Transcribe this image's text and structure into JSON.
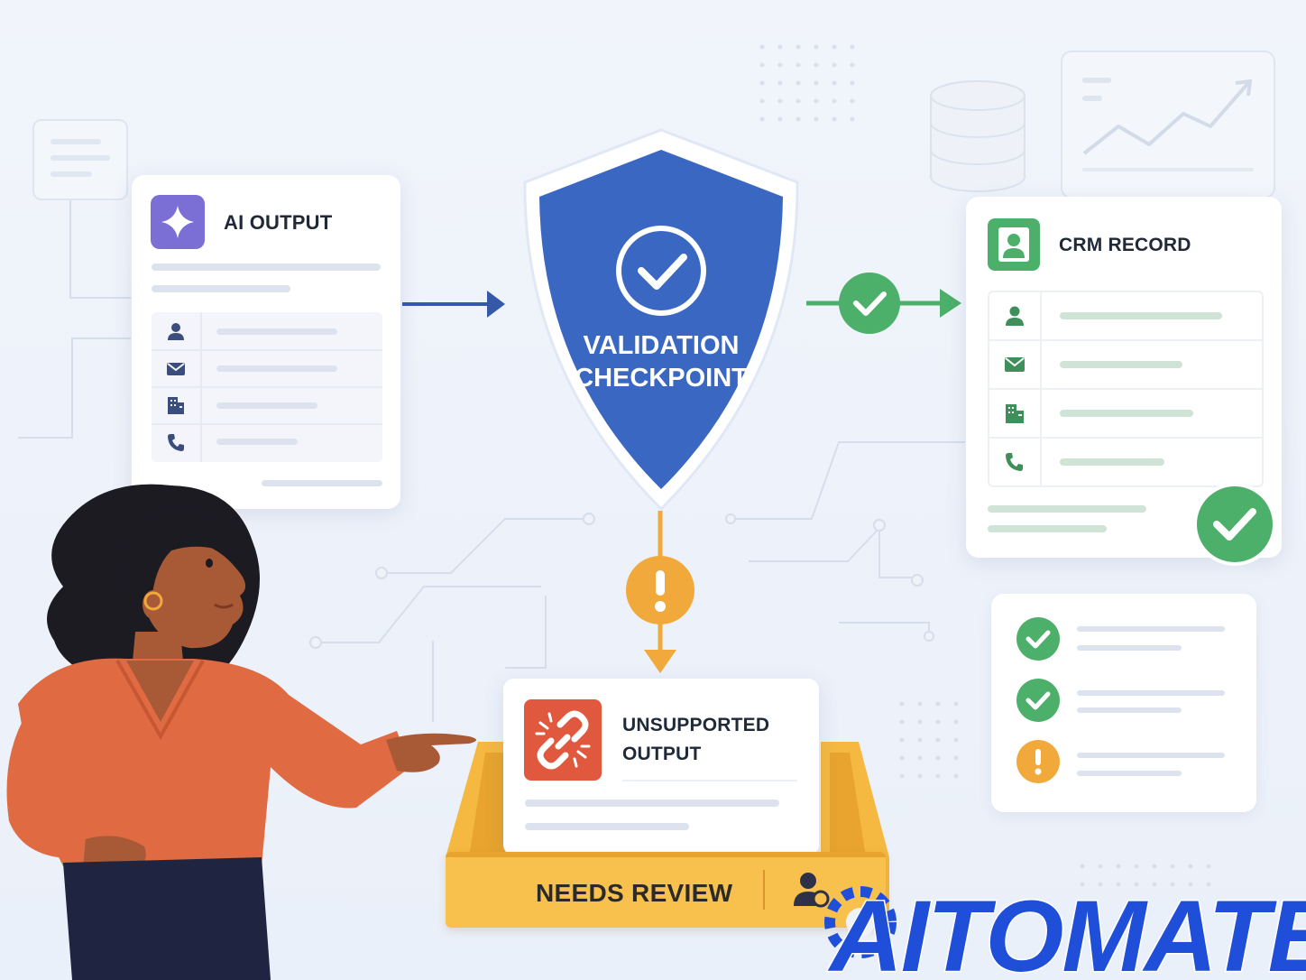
{
  "ai_output": {
    "title": "AI OUTPUT",
    "icon": "sparkle-icon",
    "rows": [
      "person-icon",
      "mail-icon",
      "building-icon",
      "phone-icon"
    ]
  },
  "checkpoint": {
    "title_line1": "VALIDATION",
    "title_line2": "CHECKPOINT",
    "icon": "check-circle-icon"
  },
  "crm_record": {
    "title": "CRM RECORD",
    "icon": "contact-icon",
    "rows": [
      "person-icon",
      "mail-icon",
      "building-icon",
      "phone-icon"
    ]
  },
  "unsupported": {
    "title_line1": "UNSUPPORTED",
    "title_line2": "OUTPUT",
    "icon": "broken-link-icon"
  },
  "review_tray": {
    "label": "NEEDS REVIEW",
    "icon": "reviewer-icon"
  },
  "checklist": {
    "items": [
      "check",
      "check",
      "warning"
    ]
  },
  "logo": {
    "text": "AITOMATE"
  },
  "colors": {
    "shield_blue": "#3a67c2",
    "success_green": "#4caf6a",
    "warning_orange": "#f2a93b",
    "alert_red": "#e0583e",
    "ai_purple": "#7b6fd6",
    "brand_blue": "#1f4fd8"
  }
}
